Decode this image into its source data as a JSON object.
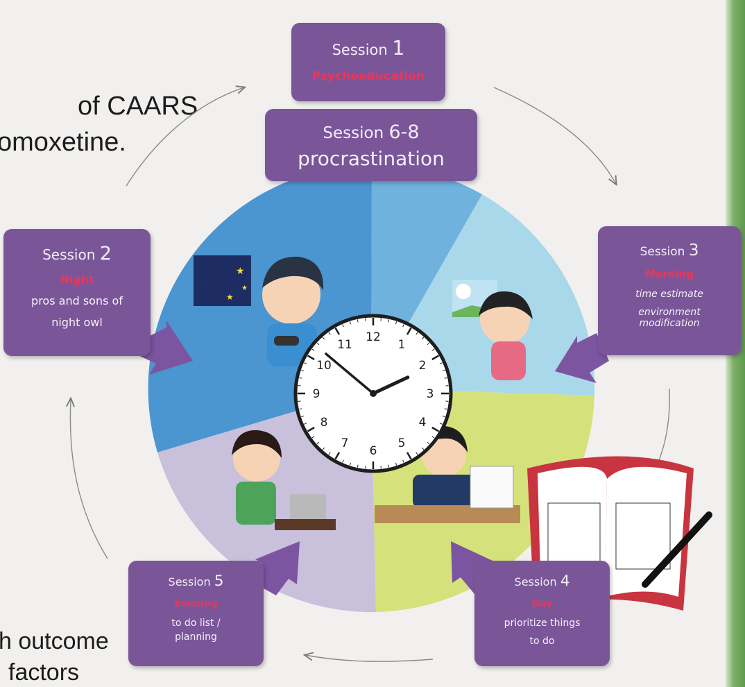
{
  "poster_fragments": {
    "line1": "of CAARS",
    "line2": "omoxetine.",
    "line3": "h outcome",
    "line4": "factors"
  },
  "sessions": {
    "s1": {
      "label": "Session",
      "num": "1",
      "topic": "Psychoeducation"
    },
    "s6": {
      "label": "Session",
      "num": "6-8",
      "desc": "procrastination"
    },
    "s2": {
      "label": "Session",
      "num": "2",
      "topic": "Night",
      "desc1": "pros and sons of",
      "desc2": "night owl"
    },
    "s3": {
      "label": "Session",
      "num": "3",
      "topic": "Morning",
      "desc1": "time estimate",
      "desc2": "environment",
      "desc3": "modification"
    },
    "s4": {
      "label": "Session",
      "num": "4",
      "topic": "Day",
      "desc1": "prioritize things",
      "desc2": "to do"
    },
    "s5": {
      "label": "Session",
      "num": "5",
      "topic": "Evening",
      "desc1": "to do list  /",
      "desc2": "planning"
    }
  },
  "clock": {
    "numbers": [
      "12",
      "1",
      "2",
      "3",
      "4",
      "5",
      "6",
      "7",
      "8",
      "9",
      "10",
      "11"
    ],
    "hour_hand_deg": 65,
    "minute_hand_deg": 310
  },
  "colors": {
    "card": "#7a5699",
    "topic": "#e8365a",
    "arrow": "#7c55a0",
    "night": "#4e97d3",
    "morning": "#a9d7ea",
    "day": "#d6e27a",
    "evening": "#c8bfdc"
  }
}
